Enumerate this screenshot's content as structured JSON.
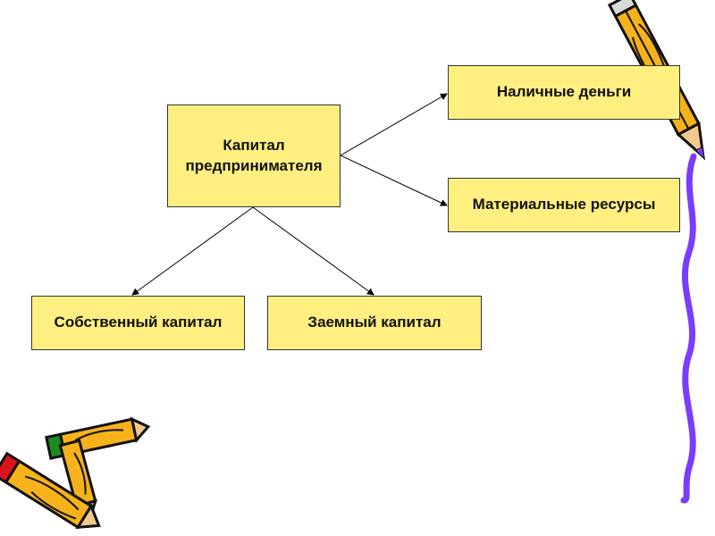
{
  "diagram": {
    "nodes": {
      "main": "Капитал предпринимателя",
      "cash": "Наличные деньги",
      "material": "Материальные ресурсы",
      "own": "Собственный капитал",
      "loan": "Заемный капитал"
    },
    "edges": [
      {
        "from": "main",
        "to": "cash"
      },
      {
        "from": "main",
        "to": "material"
      },
      {
        "from": "main",
        "to": "own"
      },
      {
        "from": "main",
        "to": "loan"
      }
    ]
  },
  "decorations": {
    "icons": [
      "pencil-top-right-icon",
      "pencil-bottom-left-green-icon",
      "pencil-bottom-left-red-icon",
      "purple-wavy-line-icon"
    ],
    "colors": {
      "box_fill": "#ffef80",
      "box_border": "#333333",
      "pencil_yellow": "#f5b21a",
      "pencil_dark": "#111111",
      "eraser_green": "#1e8a1e",
      "eraser_red": "#d8141e",
      "wave_purple": "#7a3cff"
    }
  }
}
